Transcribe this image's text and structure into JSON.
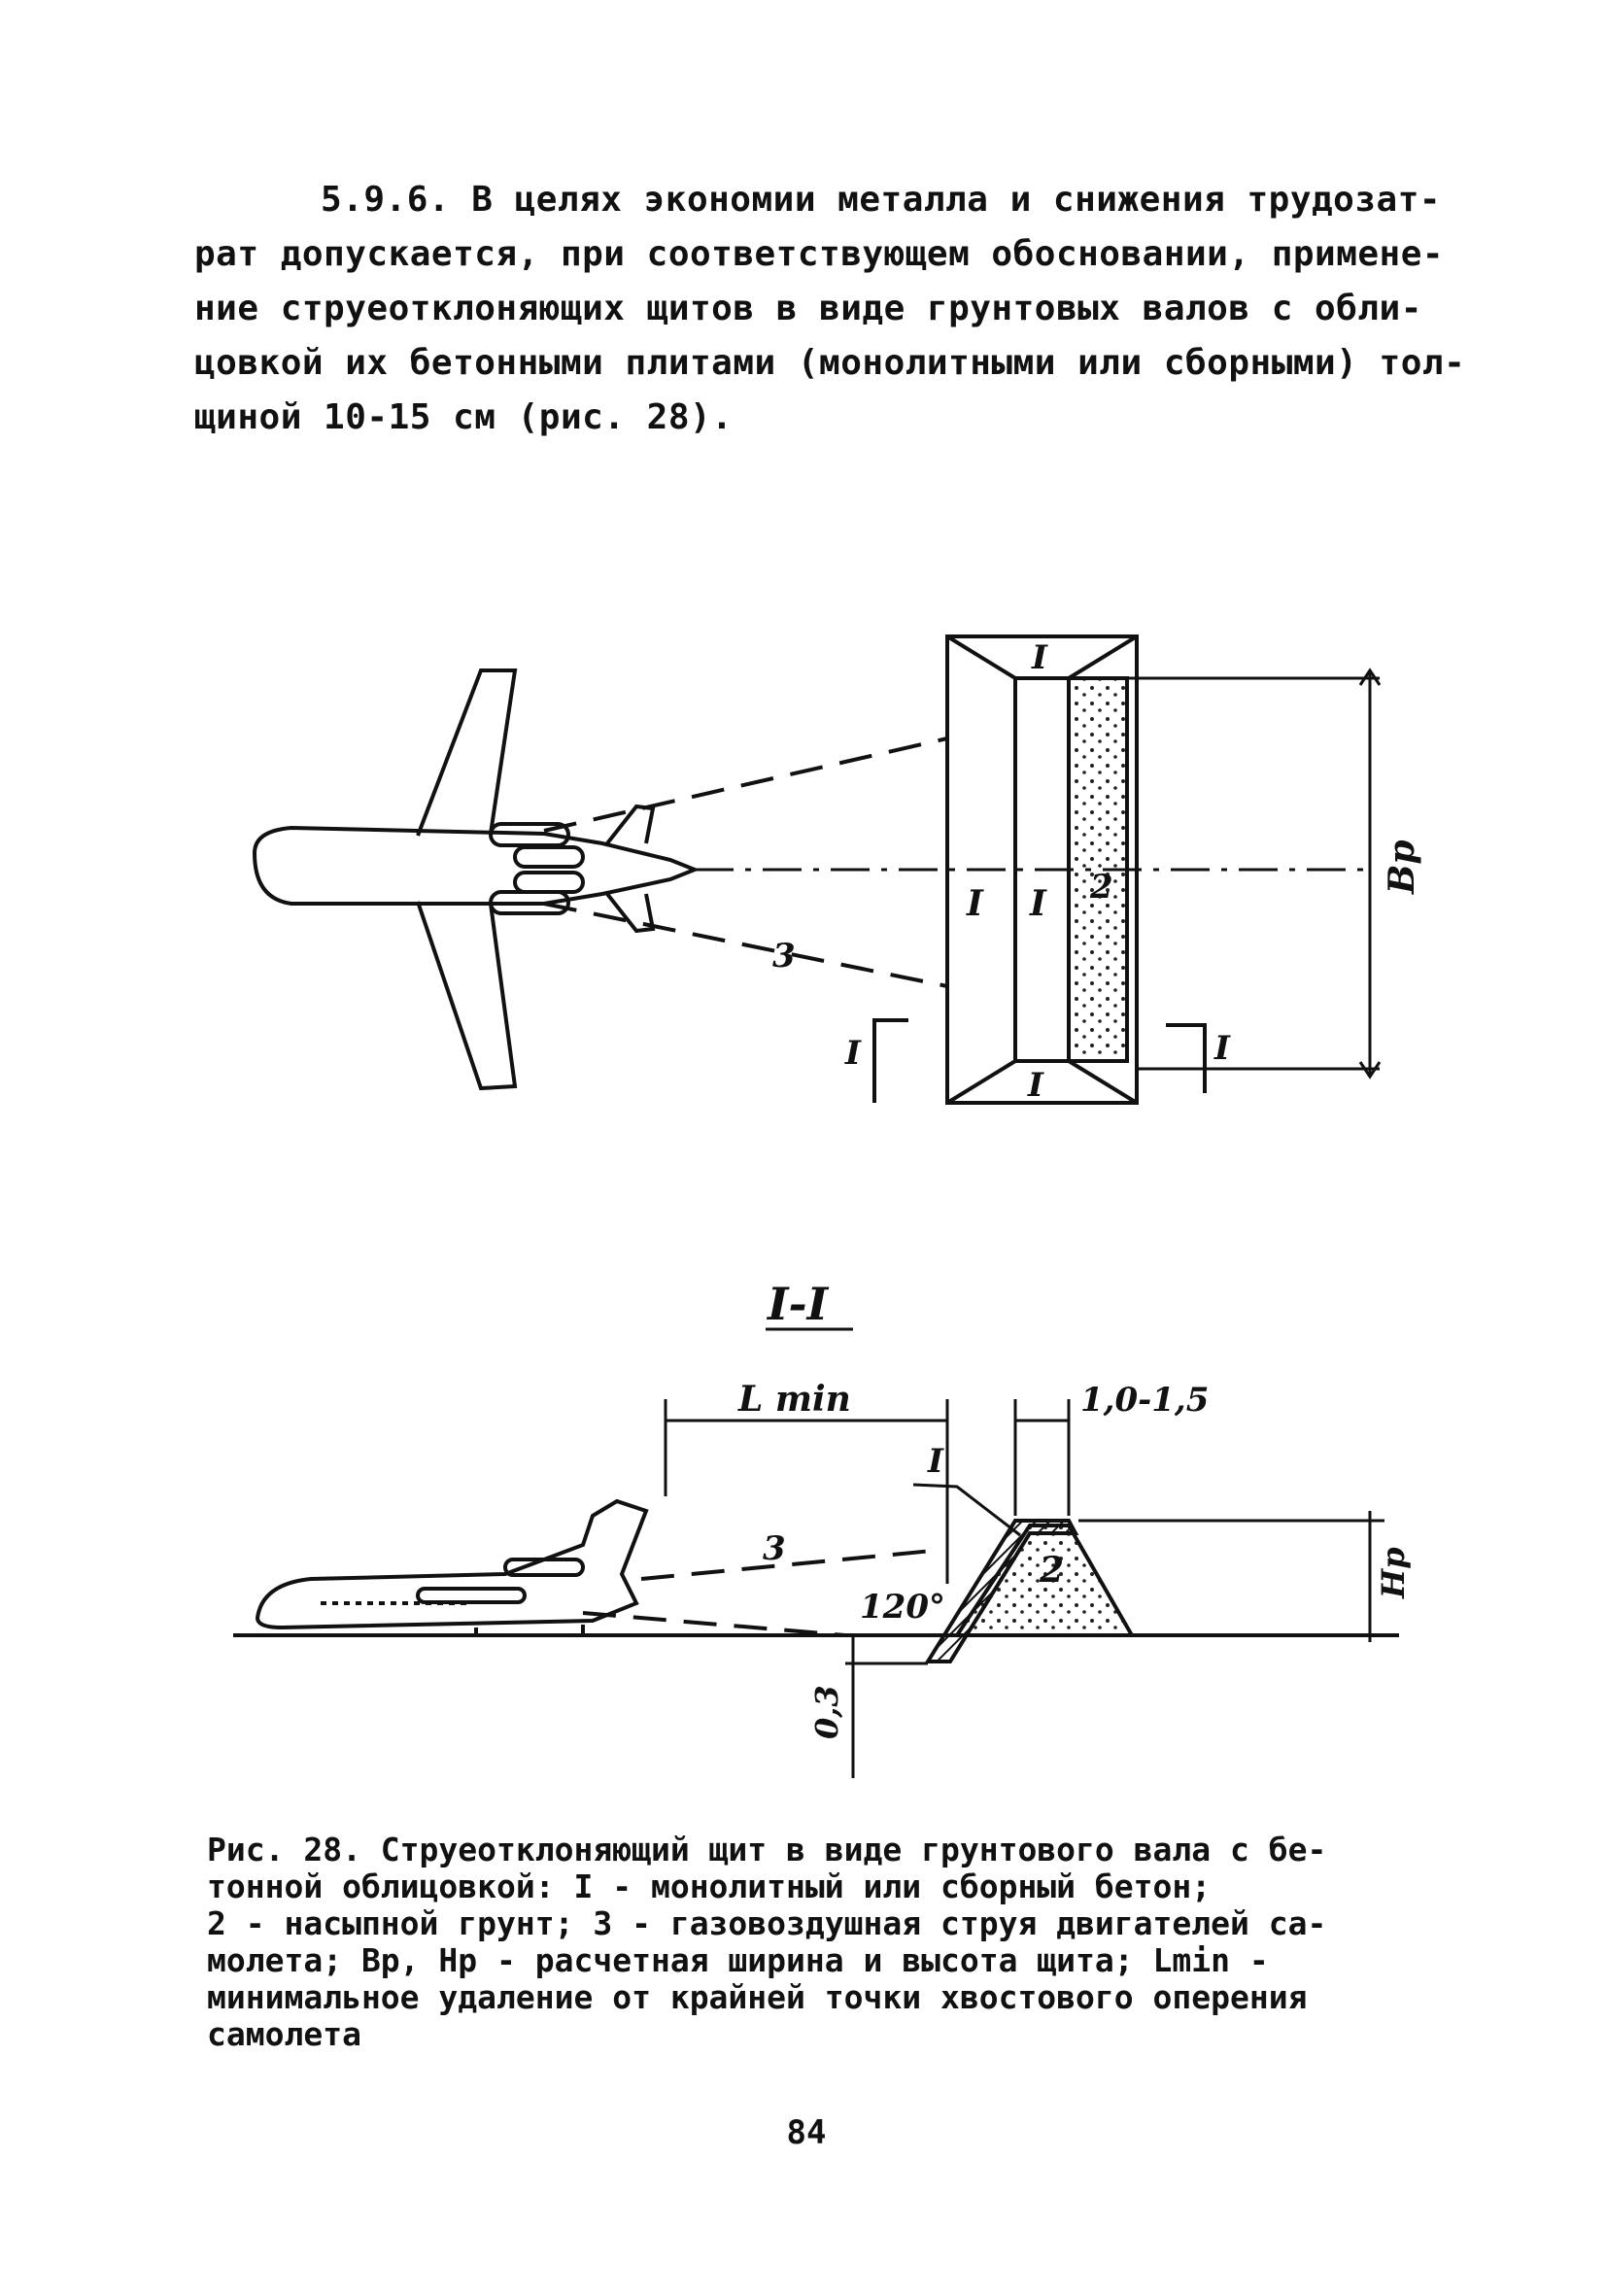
{
  "paragraph": {
    "lines": [
      "5.9.6. В целях экономии металла и снижения трудозат-",
      "рат допускается, при соответствующем обосновании, примене-",
      "ние струеотклоняющих щитов в виде грунтовых валов с обли-",
      "цовкой их бетонными плитами (монолитными или сборными) тол-",
      "щиной 10-15 см (рис. 28)."
    ]
  },
  "plan_view": {
    "label_I_top": "I",
    "label_I_bottom": "I",
    "label_I_left": "I",
    "label_I_mid": "I",
    "label_2": "2",
    "label_3": "3",
    "dim_width": "Вр",
    "cut_left": "I",
    "cut_right": "I"
  },
  "section_view": {
    "title": "I-I",
    "dim_lmin": "L min",
    "dim_top": "1,0-1,5",
    "label_I": "I",
    "label_3": "3",
    "label_2": "2",
    "angle": "120°",
    "dim_height": "Hр",
    "dim_depth": "0,3"
  },
  "caption": {
    "lines": [
      "Рис. 28. Струеотклоняющий щит в виде грунтового вала с бе-",
      "тонной облицовкой: I - монолитный или сборный бетон;",
      "2 - насыпной грунт; 3 - газовоздушная струя двигателей са-",
      "молета; Вр, Нр - расчетная ширина и высота щита; Lmin -",
      "минимальное удаление от крайней точки хвостового оперения",
      "самолета"
    ]
  },
  "page_number": "84"
}
